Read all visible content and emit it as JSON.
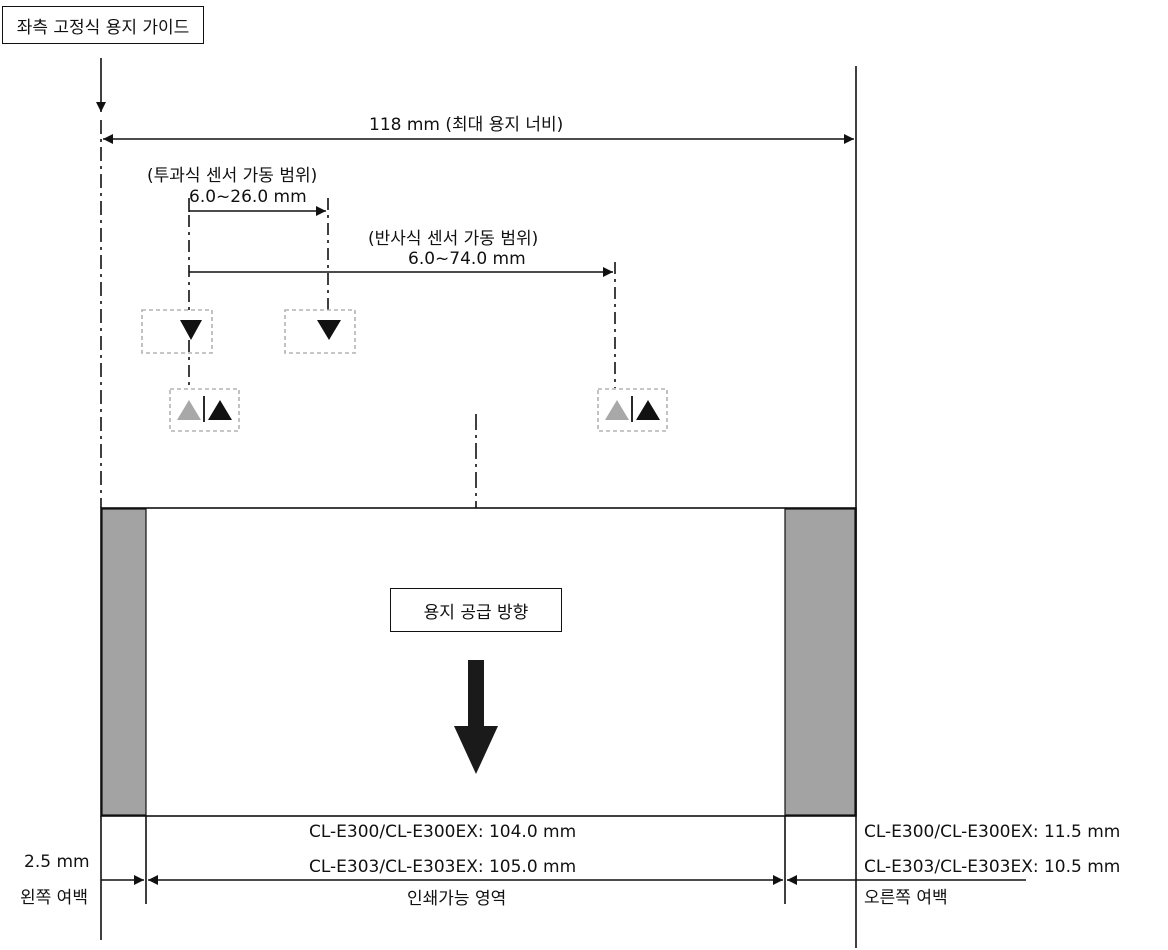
{
  "labels": {
    "left_guide": "좌측 고정식 용지 가이드",
    "max_width": "118 mm (최대 용지 너비)",
    "transmissive_title": "(투과식 센서 가동 범위)",
    "transmissive_range": "6.0~26.0 mm",
    "reflective_title": "(반사식 센서 가동 범위)",
    "reflective_range": "6.0~74.0 mm",
    "feed_direction": "용지 공급 방향",
    "e300_print": "CL-E300/CL-E300EX: 104.0 mm",
    "e303_print": "CL-E303/CL-E303EX: 105.0 mm",
    "printable_area": "인쇄가능 영역",
    "left_margin_value": "2.5 mm",
    "left_margin_label": "왼쪽 여백",
    "e300_right": "CL-E300/CL-E300EX: 11.5 mm",
    "e303_right": "CL-E303/CL-E303EX: 10.5 mm",
    "right_margin_label": "오른쪽 여백"
  },
  "colors": {
    "line": "#111111",
    "margin_fill": "#a3a3a3",
    "sensor_box_border": "#b3b3b3",
    "emitter_gray": "#a8a8a8",
    "arrow_fill": "#1a1a1a"
  }
}
